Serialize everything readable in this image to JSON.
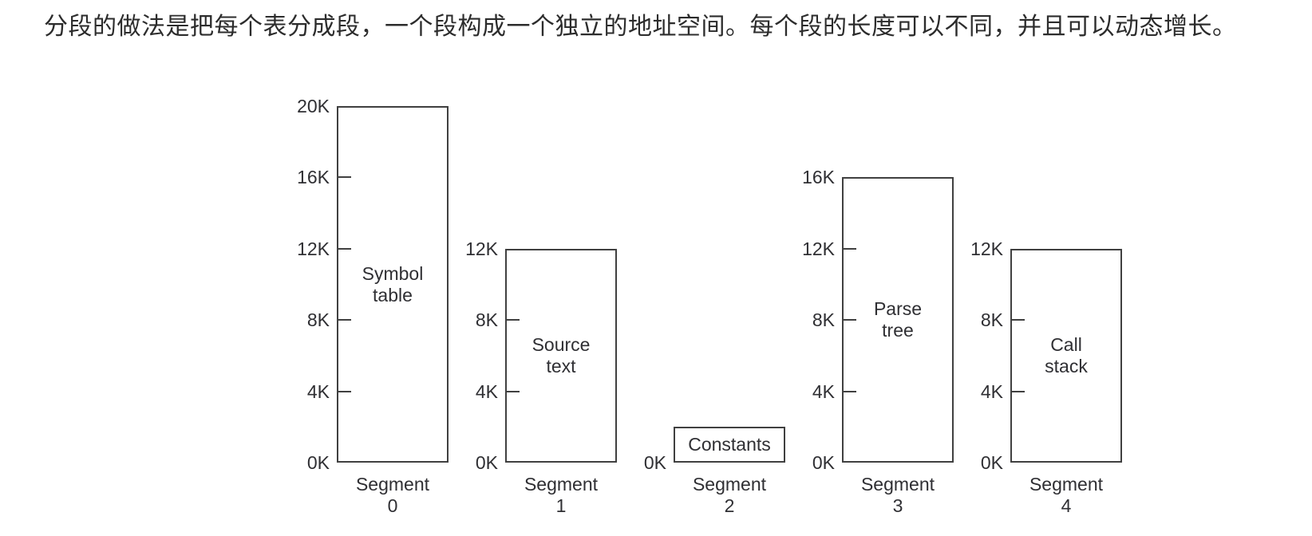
{
  "caption": "分段的做法是把每个表分成段，一个段构成一个独立的地址空间。每个段的长度可以不同，并且可以动态增长。",
  "colors": {
    "line": "#404040",
    "text": "#2f2f33"
  },
  "chart_data": {
    "type": "bar",
    "title": "",
    "xlabel": "",
    "ylabel": "",
    "unit": "K",
    "tick_step_k": 4,
    "ylim": [
      0,
      20
    ],
    "segments": [
      {
        "caption_line1": "Segment",
        "caption_line2": "0",
        "label_lines": [
          "Symbol",
          "table"
        ],
        "size_k": 20,
        "tick_labels": [
          "0K",
          "4K",
          "8K",
          "12K",
          "16K",
          "20K"
        ]
      },
      {
        "caption_line1": "Segment",
        "caption_line2": "1",
        "label_lines": [
          "Source",
          "text"
        ],
        "size_k": 12,
        "tick_labels": [
          "0K",
          "4K",
          "8K",
          "12K"
        ]
      },
      {
        "caption_line1": "Segment",
        "caption_line2": "2",
        "label_lines": [
          "Constants"
        ],
        "size_k": 2,
        "tick_labels": [
          "0K"
        ]
      },
      {
        "caption_line1": "Segment",
        "caption_line2": "3",
        "label_lines": [
          "Parse",
          "tree"
        ],
        "size_k": 16,
        "tick_labels": [
          "0K",
          "4K",
          "8K",
          "12K",
          "16K"
        ]
      },
      {
        "caption_line1": "Segment",
        "caption_line2": "4",
        "label_lines": [
          "Call",
          "stack"
        ],
        "size_k": 12,
        "tick_labels": [
          "0K",
          "4K",
          "8K",
          "12K"
        ]
      }
    ]
  }
}
